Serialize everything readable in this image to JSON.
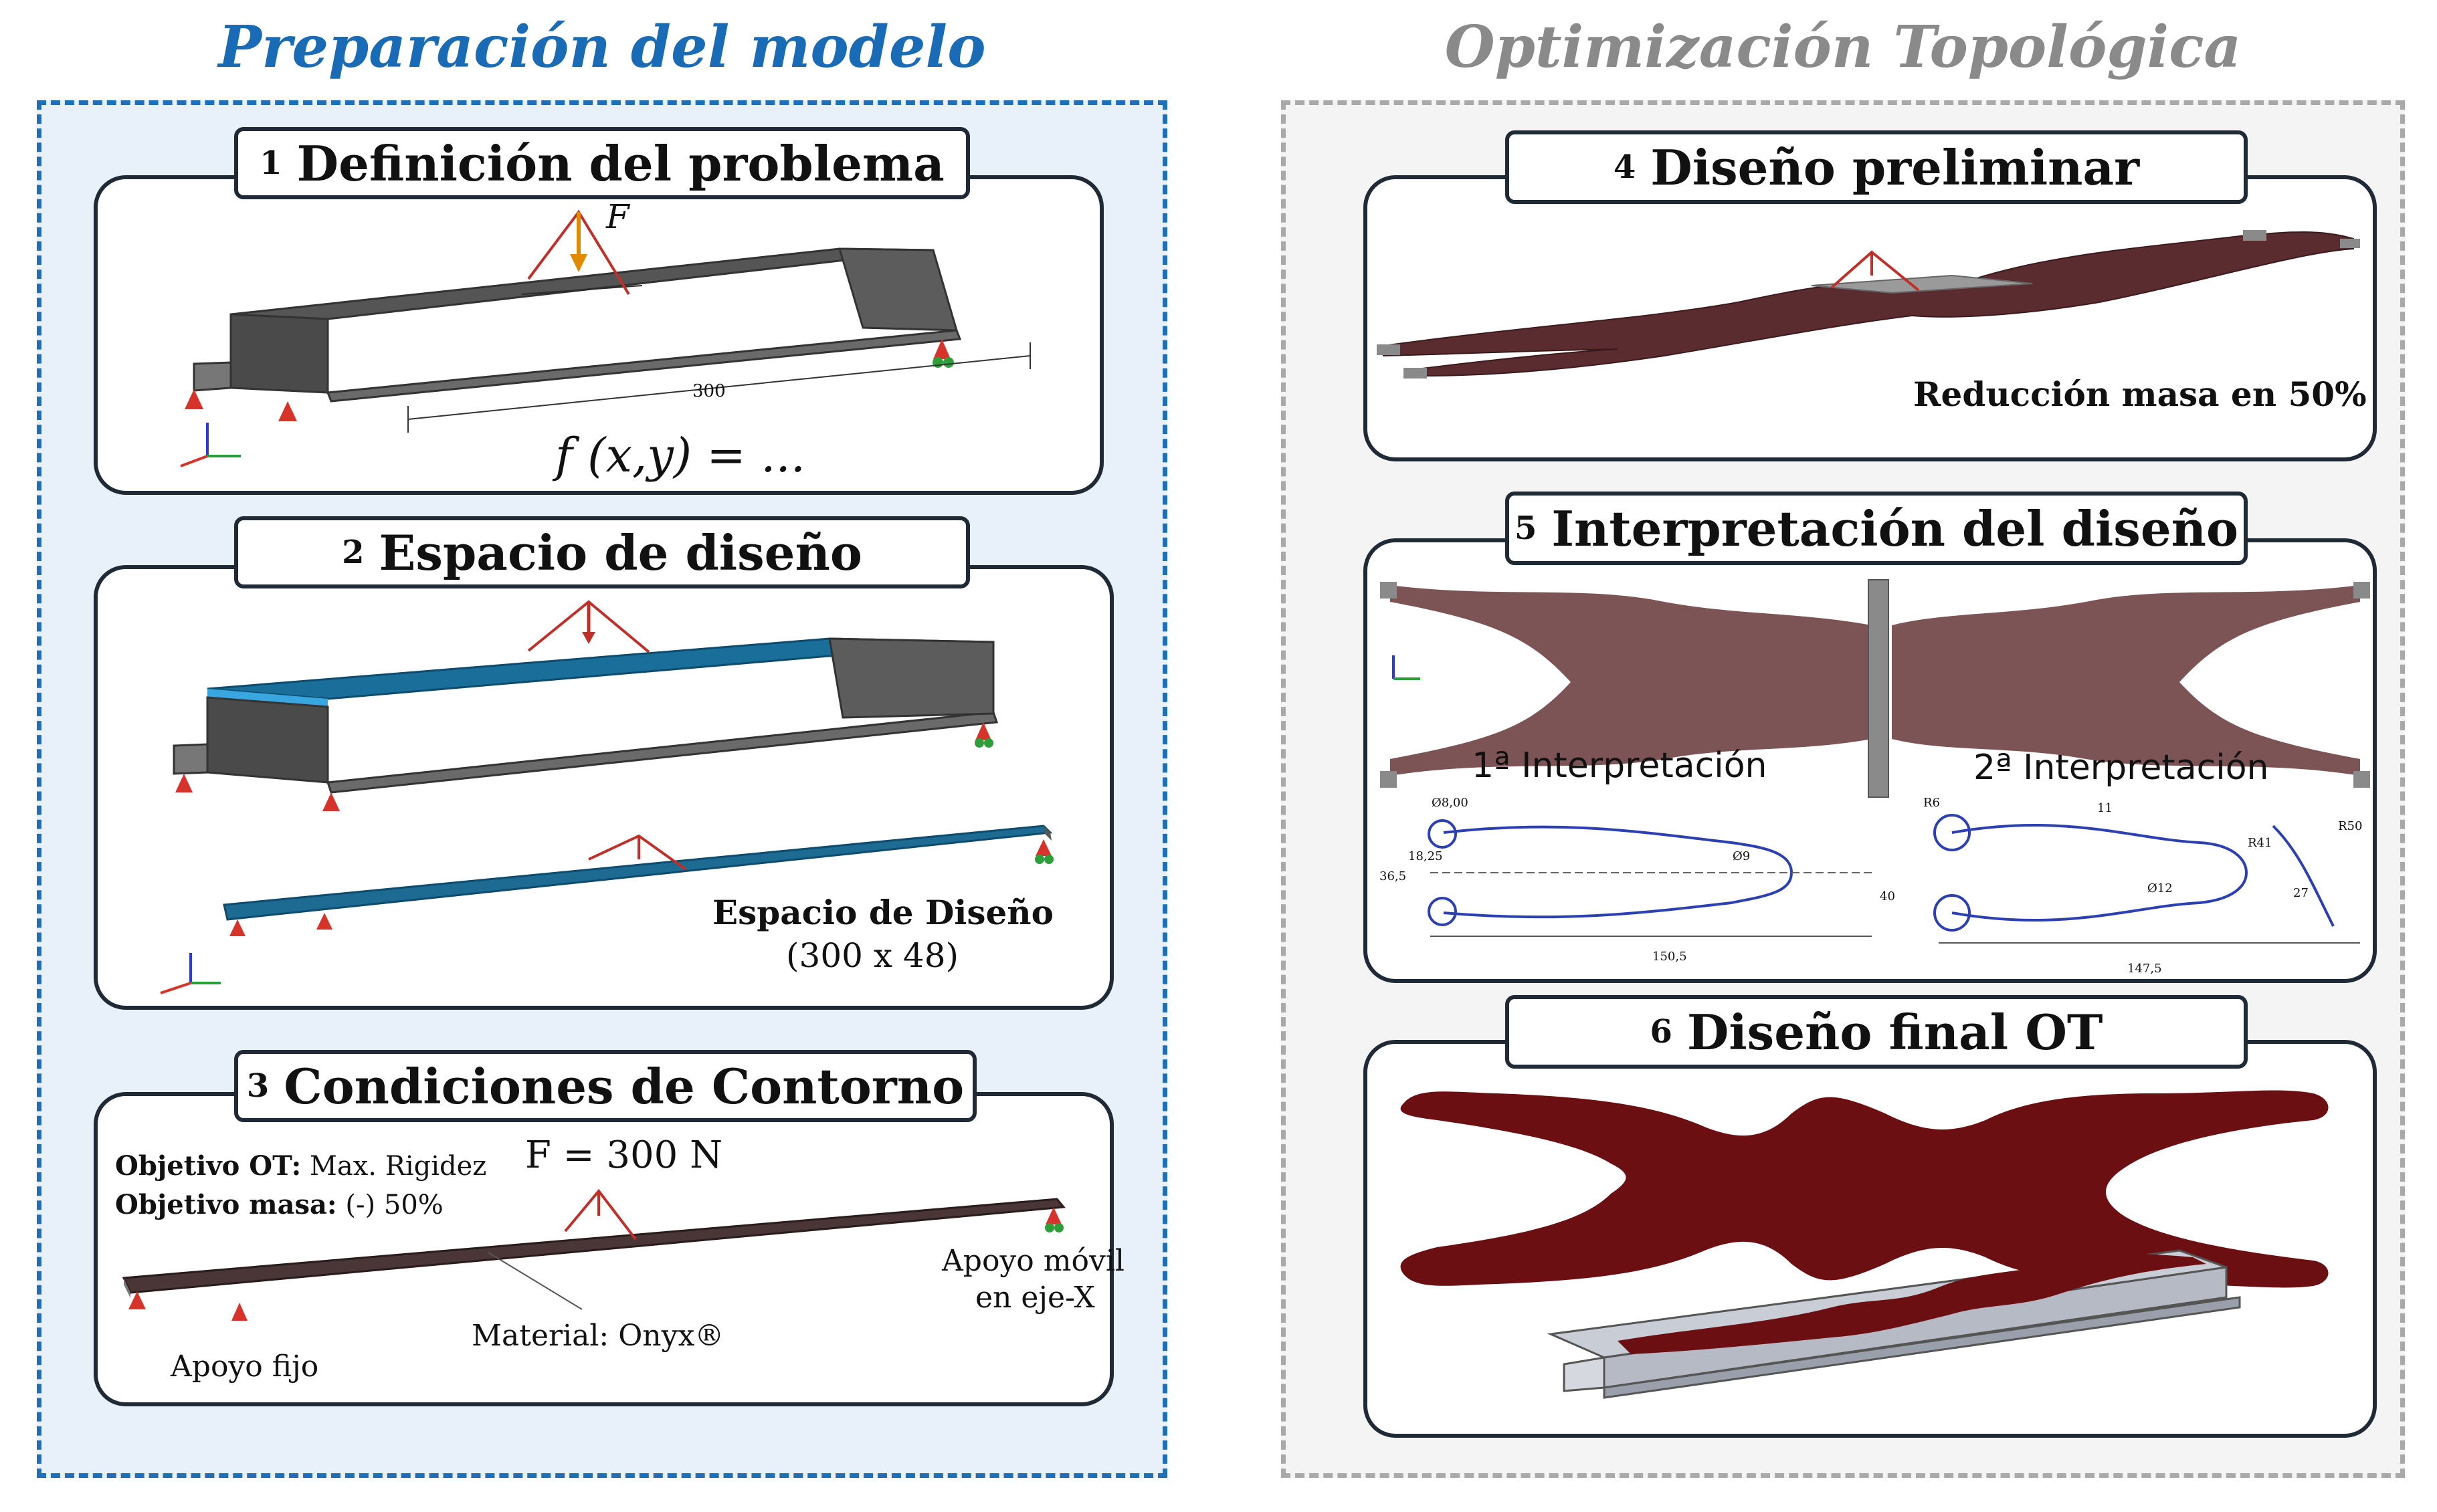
{
  "colors": {
    "left_title": "#1a6bb5",
    "right_title": "#8a8a8a",
    "left_dash": "#1e6fb8",
    "right_dash": "#a9a9a9",
    "left_fill": "#e8f1fa",
    "right_fill": "#f4f4f4",
    "panel_border": "#1f2a36"
  },
  "left_group": {
    "title": "Preparación del modelo",
    "panels": [
      {
        "number": "1",
        "title": "Definición del problema",
        "force_label": "F",
        "dimension_label": "300",
        "formula": "f (x,y) = ..."
      },
      {
        "number": "2",
        "title": "Espacio de diseño",
        "design_space_label": "Espacio de Diseño",
        "design_space_size": "(300 x 48)"
      },
      {
        "number": "3",
        "title": "Condiciones de Contorno",
        "force_value": "F = 300 N",
        "objective_ot_key": "Objetivo OT:",
        "objective_ot_value": "Max. Rigidez",
        "objective_mass_key": "Objetivo masa:",
        "objective_mass_value": "(-) 50%",
        "fixed_support": "Apoyo fijo",
        "material": "Material: Onyx®",
        "mobile_support_line1": "Apoyo móvil",
        "mobile_support_line2": "en eje-X"
      }
    ]
  },
  "right_group": {
    "title": "Optimización Topológica",
    "panels": [
      {
        "number": "4",
        "title": "Diseño preliminar",
        "mass_reduction": "Reducción masa en 50%"
      },
      {
        "number": "5",
        "title": "Interpretación del diseño",
        "interpretation_1": "1ª Interpretación",
        "interpretation_2": "2ª Interpretación",
        "dims_1": [
          "Ø8,00",
          "36,5",
          "18,25",
          "Ø9",
          "150,5"
        ],
        "dims_2": [
          "R6",
          "Ø12",
          "40",
          "27",
          "R50",
          "R41",
          "147,5",
          "11"
        ]
      },
      {
        "number": "6",
        "title": "Diseño final OT"
      }
    ]
  }
}
